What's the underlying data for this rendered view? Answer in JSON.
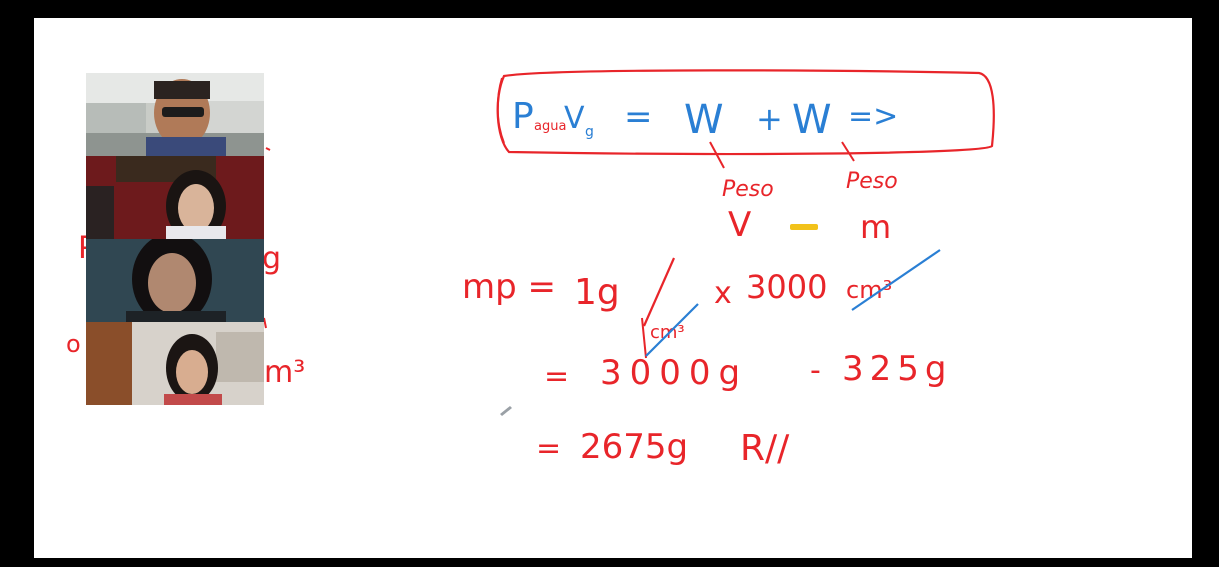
{
  "whiteboard": {
    "equation_box": {
      "lhs_main": "P",
      "lhs_sub": "agua",
      "lhs_var": "V",
      "lhs_var_sub": "g",
      "equals": "=",
      "term1": "W",
      "plus": "+",
      "term2": "W",
      "implies": "=>"
    },
    "annotation_left": "Peso",
    "annotation_right": "Peso",
    "annotation_V": "V",
    "annotation_dash": "-",
    "annotation_m": "m",
    "line1": {
      "lhs": "mp =",
      "value": "1g",
      "unit_crossed_denominator": "cm³",
      "times": "x",
      "factor": "3000",
      "factor_unit_crossed": "cm³"
    },
    "line2": {
      "eq": "=",
      "a": "3000g",
      "minus": "-",
      "b": "325g"
    },
    "line3": {
      "eq": "=",
      "result": "2675g",
      "mark": "R//"
    },
    "left_fragments": {
      "frag1": "P",
      "frag2": "g",
      "frag3": "o",
      "frag4": "m³"
    }
  },
  "colors": {
    "background": "#000000",
    "board": "#ffffff",
    "red_ink": "#e8252a",
    "blue_ink": "#2a7fd4",
    "yellow_ink": "#f2c21a"
  },
  "participants": [
    {
      "id": "teacher"
    },
    {
      "id": "student-1"
    },
    {
      "id": "student-2"
    },
    {
      "id": "student-3"
    }
  ]
}
